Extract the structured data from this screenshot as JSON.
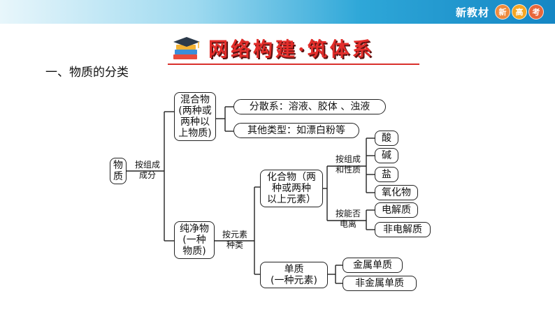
{
  "brand": {
    "text": "新教材",
    "circles": [
      "新",
      "高",
      "考"
    ]
  },
  "title": "网络构建·筑体系",
  "section_heading": "一、物质的分类",
  "diagram": {
    "root": "物\n质",
    "label_root": "按组成\n成分",
    "mixture": "混合物\n(两种或\n两种以\n上物质)",
    "dispersion": "分散系：溶液、胶体 、浊液",
    "other_types": "其他类型：如漂白粉等",
    "pure": "纯净物\n(一种\n物质)",
    "label_pure": "按元素\n种类",
    "compound": "化合物（两\n种或两种\n以上元素）",
    "label_composition": "按组成\n和性质",
    "label_ionize": "按能否\n电离",
    "acid": "酸",
    "base": "碱",
    "salt": "盐",
    "oxide": "氧化物",
    "electrolyte": "电解质",
    "non_electrolyte": "非电解质",
    "element": "单质\n(一种元素)",
    "metal_element": "金属单质",
    "nonmetal_element": "非金属单质"
  }
}
